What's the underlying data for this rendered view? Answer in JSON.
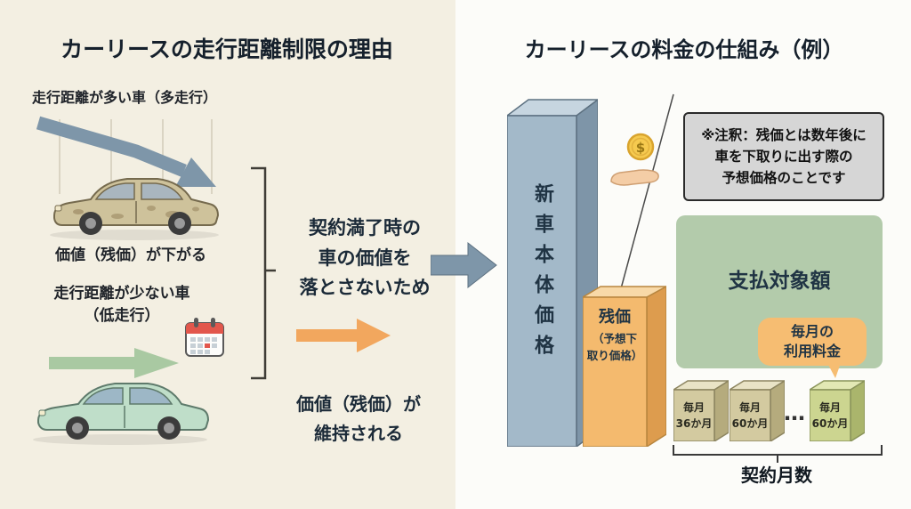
{
  "left_panel": {
    "title": "カーリースの走行距離制限の理由",
    "high_mileage_label": "走行距離が多い車（多走行）",
    "value_drops_label": "価値（残価）が下がる",
    "low_mileage_label": "走行距離が少ない車\n（低走行）",
    "reason_text": "契約満了時の\n車の価値を\n落とさないため",
    "value_maintained_label": "価値（残価）が\n維持される"
  },
  "right_panel": {
    "title": "カーリースの料金の仕組み（例）",
    "new_car_price_label": "新車本体価格",
    "coin_symbol": "$",
    "note_text": "※注釈：残価とは数年後に\n車を下取りに出す際の\n予想価格のことです",
    "residual_label": "残価",
    "residual_sublabel": "（予想下\n取り価格）",
    "payment_label": "支払対象額",
    "monthly_fee_label": "毎月の\n利用料金",
    "months": [
      {
        "line1": "毎月",
        "line2": "36か月"
      },
      {
        "line1": "毎月",
        "line2": "60か月"
      },
      {
        "line1": "毎月",
        "line2": "60か月"
      }
    ],
    "ellipsis": "…",
    "contract_months_label": "契約月数"
  },
  "colors": {
    "left_bg": "#f3efe2",
    "right_bg": "#fcfcf9",
    "title_text": "#15202c",
    "blue_gray_arrow": "#7e96a9",
    "green_arrow": "#a9c9a2",
    "orange_arrow": "#f2a75e",
    "new_car_bar": "#a3b9c9",
    "residual_bar": "#f4ba6e",
    "payment_box": "#b3cbab",
    "monthly_callout": "#f6bd72",
    "note_box": "#d6d6d6"
  }
}
